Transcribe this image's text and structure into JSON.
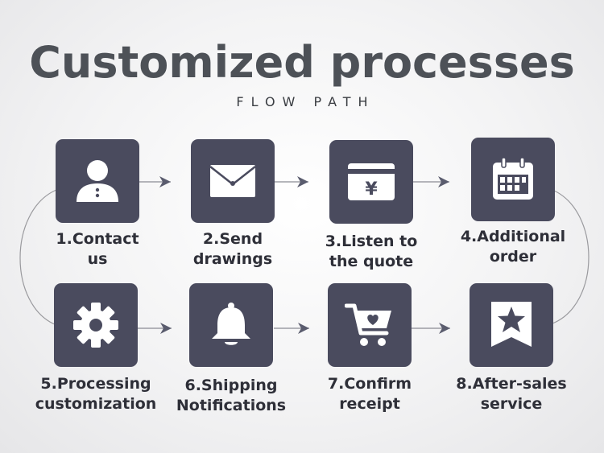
{
  "header": {
    "title": "Customized processes",
    "subtitle": "FLOW PATH"
  },
  "steps": [
    {
      "label_line1": "1.Contact",
      "label_line2": "us",
      "icon": "user-icon"
    },
    {
      "label_line1": "2.Send",
      "label_line2": "drawings",
      "icon": "envelope-icon"
    },
    {
      "label_line1": "3.Listen to",
      "label_line2": "the quote",
      "icon": "yen-card-icon"
    },
    {
      "label_line1": "4.Additional",
      "label_line2": "order",
      "icon": "calendar-icon"
    },
    {
      "label_line1": "5.Processing",
      "label_line2": "customization",
      "icon": "gear-icon"
    },
    {
      "label_line1": "6.Shipping",
      "label_line2": "Notifications",
      "icon": "bell-icon"
    },
    {
      "label_line1": "7.Confirm",
      "label_line2": "receipt",
      "icon": "cart-icon"
    },
    {
      "label_line1": "8.After-sales",
      "label_line2": "service",
      "icon": "star-bookmark-icon"
    }
  ],
  "colors": {
    "box": "#4a4b5e",
    "icon": "#ffffff",
    "connector": "#5a5c6e",
    "loop_line": "#9a9a9e"
  }
}
